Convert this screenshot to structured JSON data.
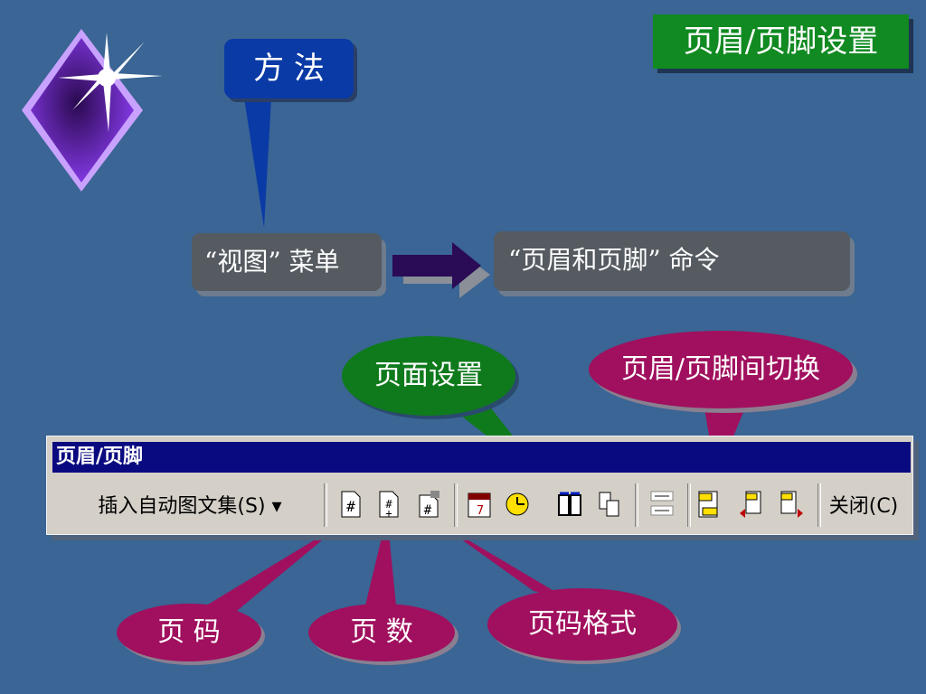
{
  "slide_title": "页眉/页脚设置",
  "method_label": "方 法",
  "flow": {
    "view_menu": "“视图” 菜单",
    "header_footer_command": "“页眉和页脚” 命令"
  },
  "callouts": {
    "page_setup": "页面设置",
    "switch_header_footer": "页眉/页脚间切换",
    "page_number": "页 码",
    "page_count": "页 数",
    "page_number_format": "页码格式"
  },
  "toolbar": {
    "title": "页眉/页脚",
    "insert_autotext": "插入自动图文集(S) ▾",
    "close": "关闭(C)",
    "icons": [
      "insert-page-number-icon",
      "insert-page-count-icon",
      "format-page-number-icon",
      "insert-date-icon",
      "insert-time-icon",
      "page-setup-icon",
      "show-hide-document-text-icon",
      "same-as-previous-icon",
      "switch-header-footer-icon",
      "show-previous-icon",
      "show-next-icon"
    ]
  },
  "colors": {
    "background": "#3a6594",
    "title_green": "#118a22",
    "method_blue": "#0a3aa6",
    "callout_magenta": "#a0105e",
    "callout_green": "#0f7a1c",
    "toolbar_title": "#0a0a80"
  }
}
